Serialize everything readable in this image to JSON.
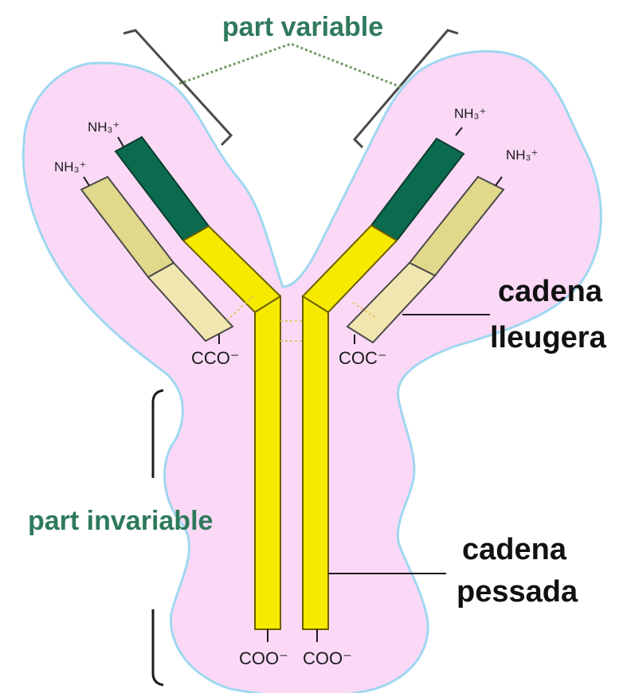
{
  "title": "part variable",
  "labels": {
    "invariable": "part invariable",
    "light_chain": [
      "cadena",
      "lleugera"
    ],
    "heavy_chain": [
      "cadena",
      "pessada"
    ]
  },
  "termini": {
    "nh3": "NH₃⁺",
    "coo_left_light": "CCO⁻",
    "coo_right_light": "COC⁻",
    "coo_heavy": "COO⁻"
  },
  "colors": {
    "background": "#ffffff",
    "membrane_fill": "#fbd9f6",
    "membrane_outline": "#9fd7f0",
    "heavy_chain": "#f5ea00",
    "variable_heavy": "#0b6b4f",
    "light_chain": "#f2e6b0",
    "variable_light": "#e0d88a",
    "label_green": "#2f7a5c"
  }
}
